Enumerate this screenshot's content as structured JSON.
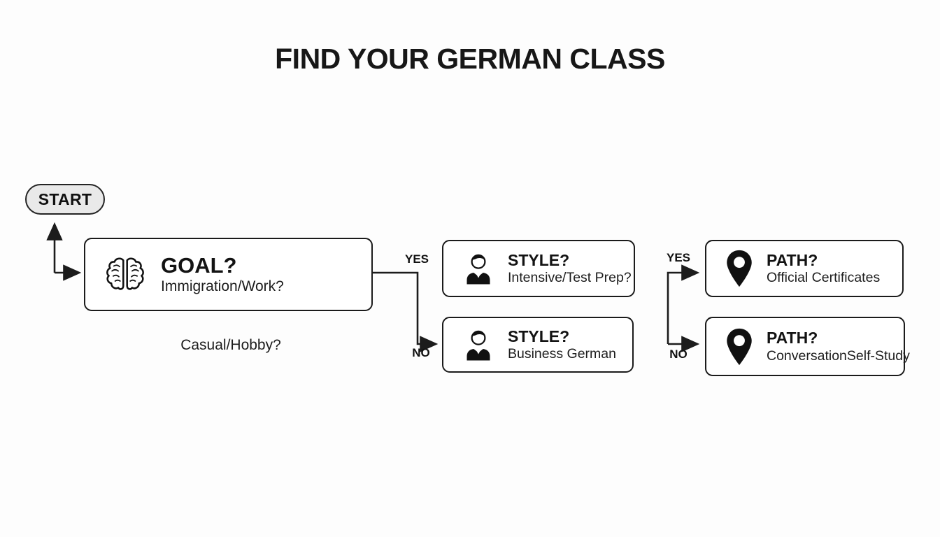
{
  "title": "FIND YOUR GERMAN CLASS",
  "start": {
    "label": "START"
  },
  "nodes": {
    "goal": {
      "title": "GOAL?",
      "subtitle": "Immigration/Work?",
      "icon": "brain-icon"
    },
    "style_yes": {
      "title": "STYLE?",
      "subtitle": "Intensive/Test Prep?",
      "icon": "person-icon"
    },
    "style_no": {
      "title": "STYLE?",
      "subtitle": "Business German",
      "icon": "person-icon"
    },
    "path_yes": {
      "title": "PATH?",
      "subtitle": "Official Certificates",
      "icon": "location-pin-icon"
    },
    "path_no": {
      "title": "PATH?",
      "subtitle": "ConversationSelf-Study",
      "icon": "location-pin-icon"
    }
  },
  "labels": {
    "casual": "Casual/Hobby?",
    "yes_goal": "YES",
    "no_goal": "NO",
    "yes_style": "YES",
    "no_style": "NO"
  },
  "colors": {
    "background": "#fdfdfd",
    "line": "#1c1c1c",
    "node_border": "#1b1b1b",
    "start_fill": "#e9e9e9",
    "text": "#151515"
  }
}
